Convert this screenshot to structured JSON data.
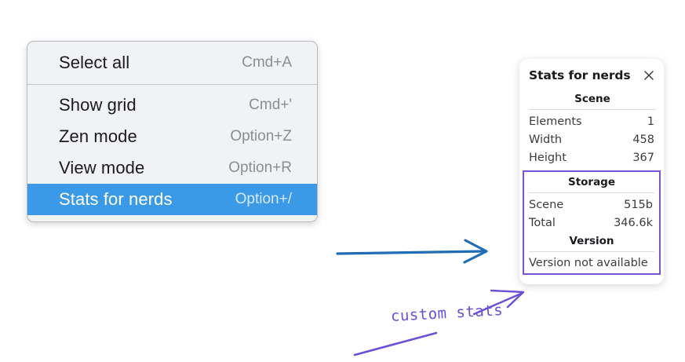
{
  "menu": {
    "groups": [
      {
        "items": [
          {
            "label": "Select all",
            "shortcut": "Cmd+A",
            "selected": false
          }
        ]
      },
      {
        "items": [
          {
            "label": "Show grid",
            "shortcut": "Cmd+'",
            "selected": false
          },
          {
            "label": "Zen mode",
            "shortcut": "Option+Z",
            "selected": false
          },
          {
            "label": "View mode",
            "shortcut": "Option+R",
            "selected": false
          },
          {
            "label": "Stats for nerds",
            "shortcut": "Option+/",
            "selected": true
          }
        ]
      }
    ]
  },
  "stats_panel": {
    "title": "Stats for nerds",
    "close_icon": "close-icon",
    "sections": {
      "scene": {
        "heading": "Scene",
        "rows": [
          {
            "key": "Elements",
            "value": "1"
          },
          {
            "key": "Width",
            "value": "458"
          },
          {
            "key": "Height",
            "value": "367"
          }
        ]
      },
      "storage": {
        "heading": "Storage",
        "rows": [
          {
            "key": "Scene",
            "value": "515b"
          },
          {
            "key": "Total",
            "value": "346.6k"
          }
        ]
      },
      "version": {
        "heading": "Version",
        "note": "Version not available"
      }
    }
  },
  "annotations": {
    "handwritten_label": "custom stats",
    "blue_arrow_name": "blue-pointer-arrow",
    "purple_arrow_name": "purple-pointer-arrow",
    "purple_stroke_name": "purple-underline-stroke"
  },
  "colors": {
    "menu_highlight": "#3b9ae8",
    "menu_background": "#f1f2f4",
    "annotation_purple": "#6b4fd8",
    "annotation_blue": "#1f6eb5",
    "highlight_box_purple": "#7a52d6"
  }
}
